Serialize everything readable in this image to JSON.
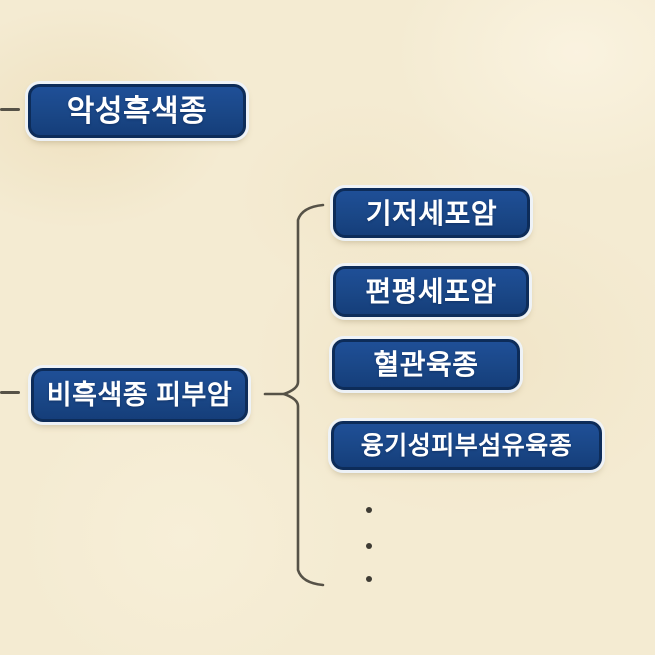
{
  "diagram": {
    "type": "brace-tree",
    "language": "ko",
    "background_color": "#f4ebd2",
    "node_style": {
      "fill": "#1a4787",
      "border_color": "#0d2c59",
      "halo_color": "#eef3fa",
      "text_color": "#ffffff"
    },
    "connector": {
      "color": "#565247",
      "shape": "curly-brace"
    },
    "nodes": {
      "melanoma": {
        "label": "악성흑색종"
      },
      "non_melanoma": {
        "label": "비흑색종 피부암"
      },
      "children": [
        {
          "label": "기저세포암"
        },
        {
          "label": "편평세포암"
        },
        {
          "label": "혈관육종"
        },
        {
          "label": "융기성피부섬유육종"
        }
      ]
    },
    "ellipsis": {
      "meaning": "more-items",
      "dot_count": 3
    }
  }
}
